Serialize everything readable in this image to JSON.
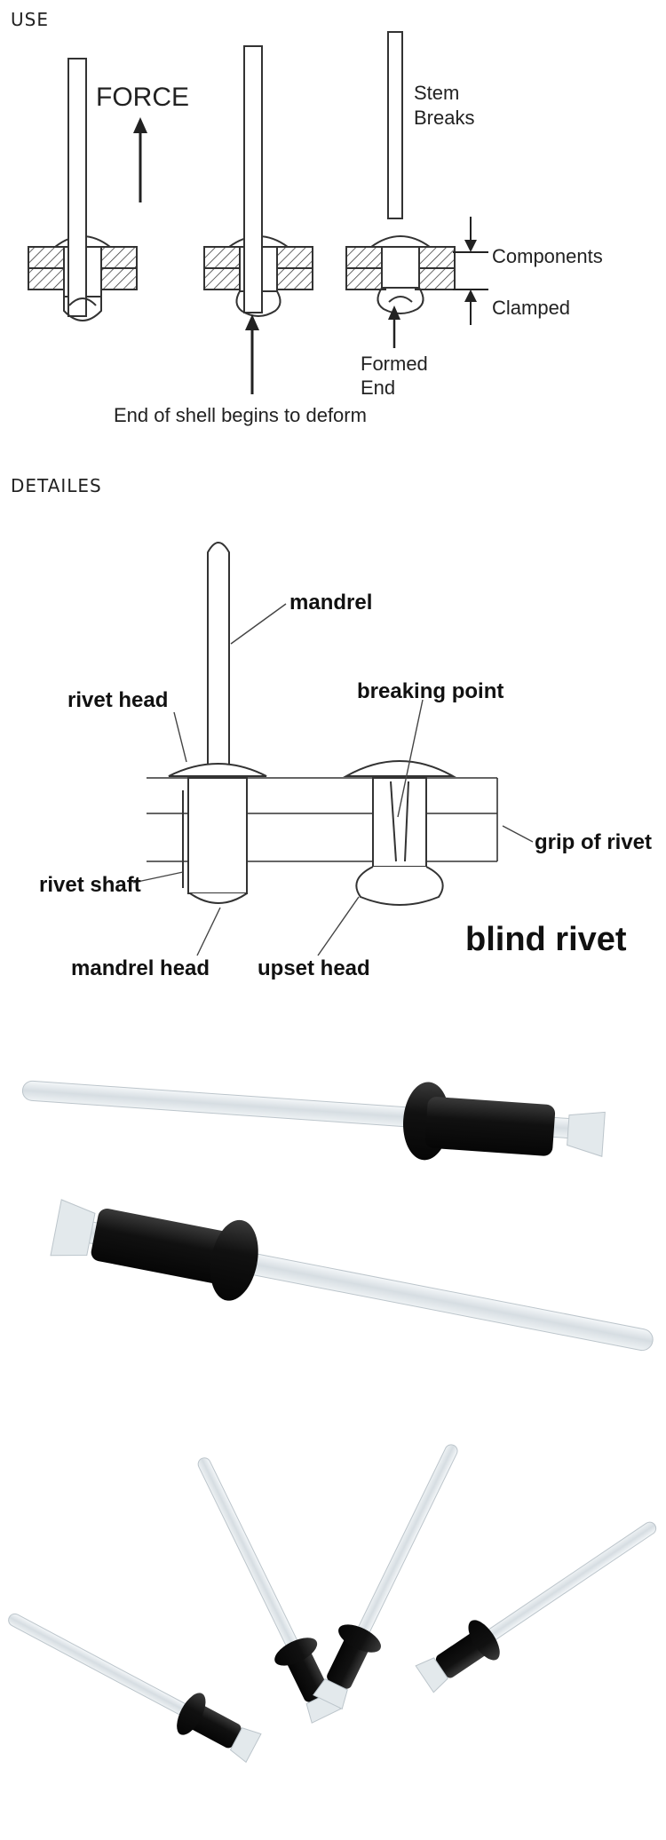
{
  "sections": {
    "use_label": "USE",
    "details_label": "DETAILES"
  },
  "use_diagram": {
    "force": "FORCE",
    "stem_line1": "Stem",
    "stem_line2": "Breaks",
    "components": "Components",
    "clamped": "Clamped",
    "formed_line1": "Formed",
    "formed_line2": "End",
    "deform": "End of shell begins to deform"
  },
  "details_diagram": {
    "mandrel": "mandrel",
    "rivet_head": "rivet head",
    "breaking_point": "breaking point",
    "grip_of_rivet": "grip of rivet",
    "rivet_shaft": "rivet shaft",
    "mandrel_head": "mandrel head",
    "upset_head": "upset head",
    "blind_rivet": "blind rivet"
  },
  "colors": {
    "rivet_body": "#141414",
    "mandrel_glass": "#dfe6ea",
    "line": "#333333"
  }
}
